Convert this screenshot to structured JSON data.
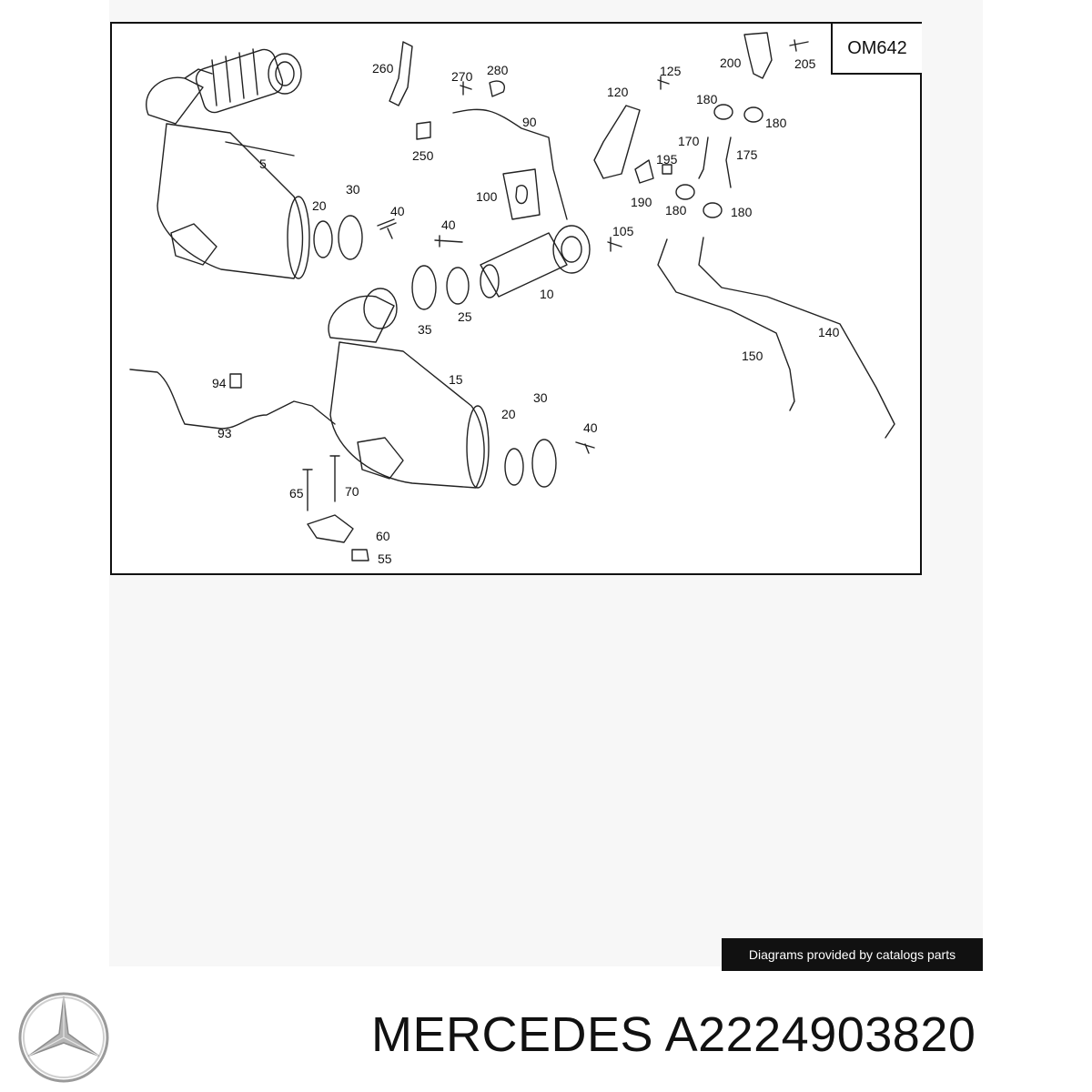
{
  "diagram": {
    "engine_code": "OM642",
    "callouts": [
      {
        "id": "c5",
        "text": "5"
      },
      {
        "id": "c20a",
        "text": "20"
      },
      {
        "id": "c30a",
        "text": "30"
      },
      {
        "id": "c40a",
        "text": "40"
      },
      {
        "id": "c40b",
        "text": "40"
      },
      {
        "id": "c35",
        "text": "35"
      },
      {
        "id": "c25",
        "text": "25"
      },
      {
        "id": "c10",
        "text": "10"
      },
      {
        "id": "c100",
        "text": "100"
      },
      {
        "id": "c105",
        "text": "105"
      },
      {
        "id": "c260",
        "text": "260"
      },
      {
        "id": "c270",
        "text": "270"
      },
      {
        "id": "c280",
        "text": "280"
      },
      {
        "id": "c90",
        "text": "90"
      },
      {
        "id": "c250",
        "text": "250"
      },
      {
        "id": "c125",
        "text": "125"
      },
      {
        "id": "c120",
        "text": "120"
      },
      {
        "id": "c200",
        "text": "200"
      },
      {
        "id": "c205",
        "text": "205"
      },
      {
        "id": "c180a",
        "text": "180"
      },
      {
        "id": "c180b",
        "text": "180"
      },
      {
        "id": "c170",
        "text": "170"
      },
      {
        "id": "c175",
        "text": "175"
      },
      {
        "id": "c195",
        "text": "195"
      },
      {
        "id": "c190",
        "text": "190"
      },
      {
        "id": "c180c",
        "text": "180"
      },
      {
        "id": "c180d",
        "text": "180"
      },
      {
        "id": "c140",
        "text": "140"
      },
      {
        "id": "c150",
        "text": "150"
      },
      {
        "id": "c94",
        "text": "94"
      },
      {
        "id": "c93",
        "text": "93"
      },
      {
        "id": "c15",
        "text": "15"
      },
      {
        "id": "c20b",
        "text": "20"
      },
      {
        "id": "c30b",
        "text": "30"
      },
      {
        "id": "c40c",
        "text": "40"
      },
      {
        "id": "c65",
        "text": "65"
      },
      {
        "id": "c70",
        "text": "70"
      },
      {
        "id": "c60",
        "text": "60"
      },
      {
        "id": "c55",
        "text": "55"
      }
    ]
  },
  "credit": "Diagrams provided by catalogs parts",
  "caption": "MERCEDES A2224903820",
  "colors": {
    "ink": "#111111",
    "credit_bg": "#111111",
    "canvas_bg": "#f7f7f7"
  },
  "logo_icon": "mercedes-star-icon"
}
